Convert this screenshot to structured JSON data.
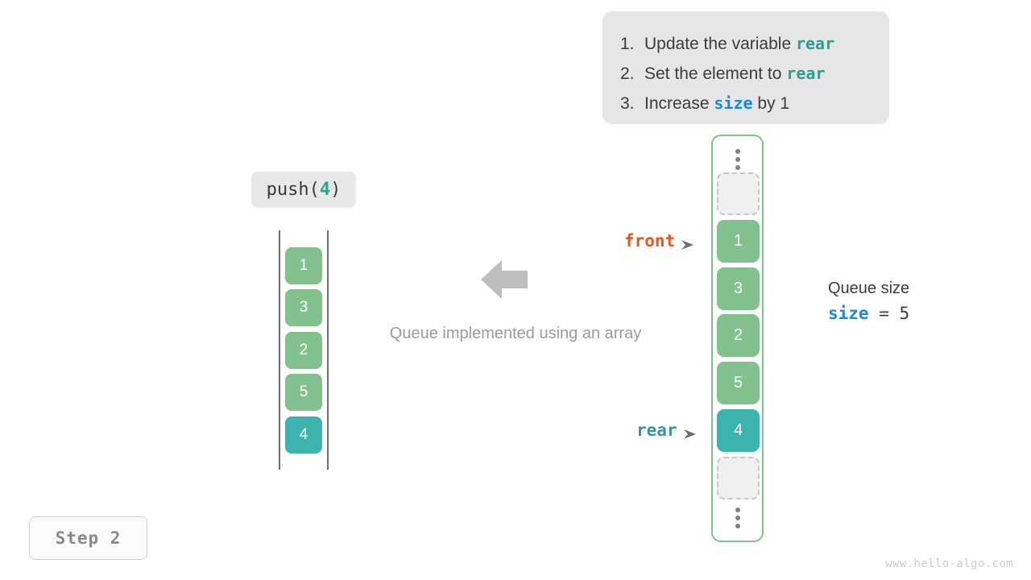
{
  "instructions": {
    "items": [
      {
        "num": "1.",
        "pre": "Update the variable ",
        "keyword": "rear",
        "keyword_kind": "rear",
        "post": ""
      },
      {
        "num": "2.",
        "pre": "Set the element to ",
        "keyword": "rear",
        "keyword_kind": "rear",
        "post": ""
      },
      {
        "num": "3.",
        "pre": "Increase ",
        "keyword": "size",
        "keyword_kind": "size",
        "post": " by 1"
      }
    ],
    "colors": {
      "rear": "#2e9c8e",
      "size": "#1e88d8",
      "box_bg": "#e6e6e6"
    }
  },
  "operation": {
    "name": "push",
    "open_paren": "(",
    "argument": "4",
    "close_paren": ")",
    "full_label": "push(4)"
  },
  "left_array": {
    "cells": [
      {
        "value": "1",
        "state": "filled"
      },
      {
        "value": "3",
        "state": "filled"
      },
      {
        "value": "2",
        "state": "filled"
      },
      {
        "value": "5",
        "state": "filled"
      },
      {
        "value": "4",
        "state": "new"
      }
    ]
  },
  "center": {
    "caption": "Queue implemented using an array",
    "arrow_direction": "left",
    "arrow_color": "#bdbdbd"
  },
  "right_array": {
    "top_ellipsis": "⋮",
    "bottom_ellipsis": "⋮",
    "cells": [
      {
        "value": "",
        "state": "empty"
      },
      {
        "value": "1",
        "state": "filled"
      },
      {
        "value": "3",
        "state": "filled"
      },
      {
        "value": "2",
        "state": "filled"
      },
      {
        "value": "5",
        "state": "filled"
      },
      {
        "value": "4",
        "state": "new"
      },
      {
        "value": "",
        "state": "empty"
      }
    ],
    "colors": {
      "frame": "#7ec48c",
      "filled": "#82c08e",
      "new": "#3cb4ad",
      "empty": "#efefef"
    }
  },
  "pointers": {
    "front": {
      "label": "front",
      "color": "#e8551f",
      "target_value": "1"
    },
    "rear": {
      "label": "rear",
      "color": "#2e9c8e",
      "target_value": "4"
    }
  },
  "size_readout": {
    "title": "Queue size",
    "variable": "size",
    "operator": "=",
    "value": "5"
  },
  "step_badge": {
    "label": "Step 2"
  },
  "watermark": {
    "text": "www.hello-algo.com"
  }
}
